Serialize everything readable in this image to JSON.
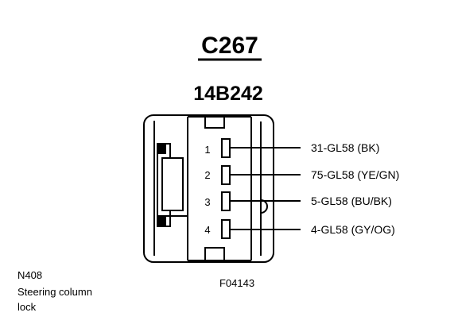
{
  "connector": {
    "id": "C267",
    "part_number": "14B242"
  },
  "pins": [
    {
      "number": "1",
      "circuit": "31-GL58 (BK)"
    },
    {
      "number": "2",
      "circuit": "75-GL58 (YE/GN)"
    },
    {
      "number": "3",
      "circuit": "5-GL58 (BU/BK)"
    },
    {
      "number": "4",
      "circuit": "4-GL58 (GY/OG)"
    }
  ],
  "component": {
    "code": "N408",
    "name_line1": "Steering column",
    "name_line2": "lock"
  },
  "figure_id": "F04143"
}
